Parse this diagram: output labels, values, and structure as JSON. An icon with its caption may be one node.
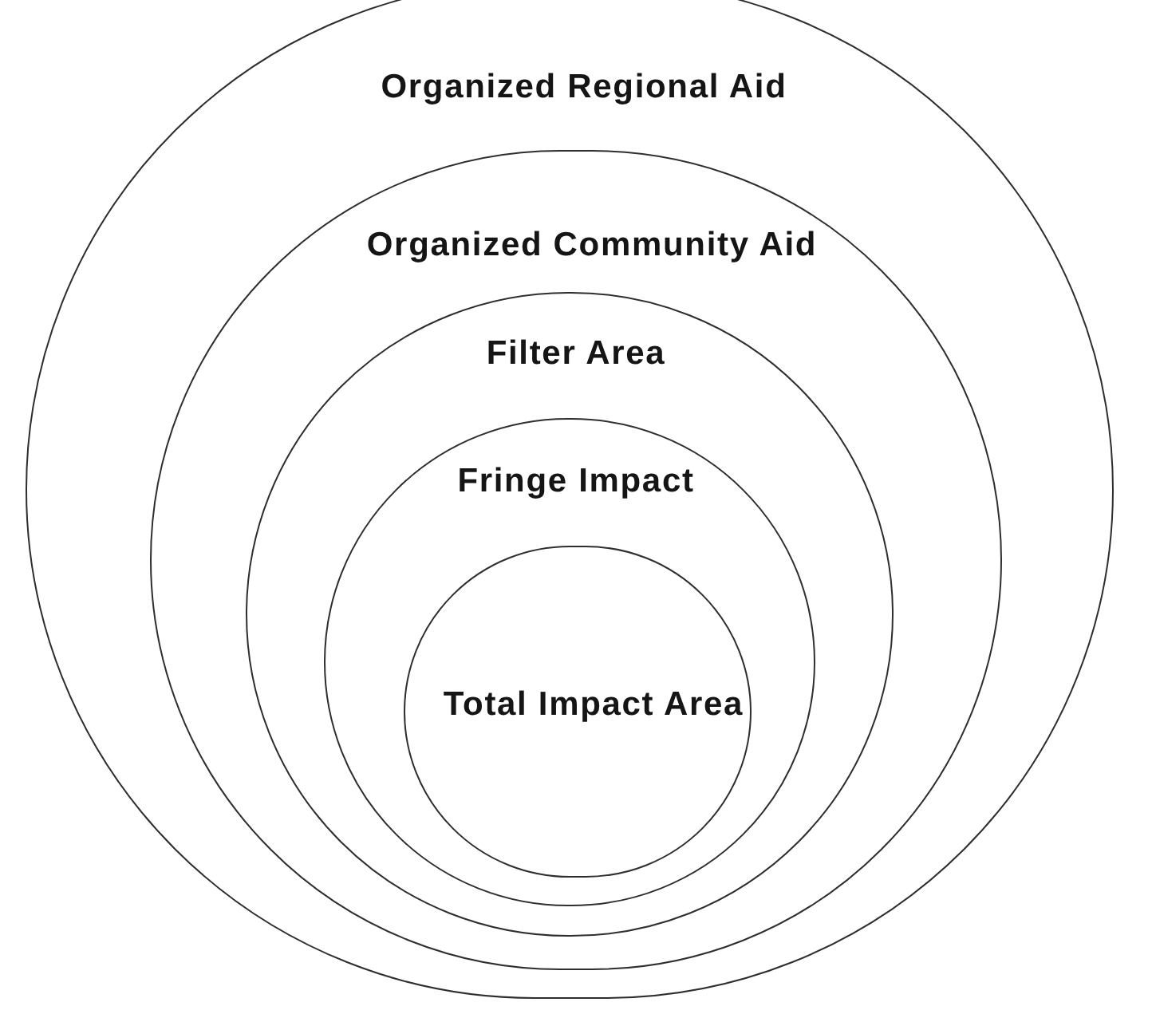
{
  "diagram": {
    "nodes": [
      {
        "text": [
          "Organized Regional Aid"
        ]
      },
      {
        "text": [
          "Organized Community Aid"
        ],
        "in": 0
      },
      {
        "text": [
          "Filter Area"
        ],
        "in": 1
      },
      {
        "text": [
          "Fringe Impact"
        ],
        "in": 2
      },
      {
        "text": [
          "Total Impact Area"
        ],
        "in": 3
      }
    ]
  }
}
